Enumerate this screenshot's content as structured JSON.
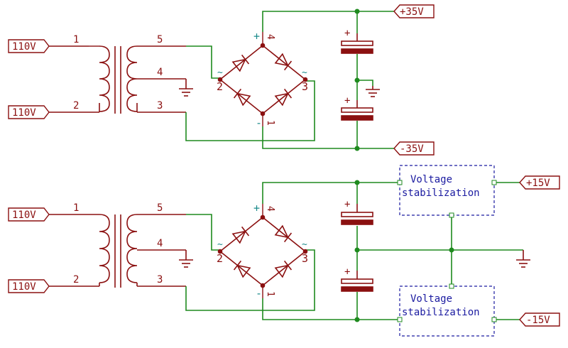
{
  "ports": {
    "top_in1": "110V",
    "top_in2": "110V",
    "top_pos": "+35V",
    "top_neg": "-35V",
    "bot_in1": "110V",
    "bot_in2": "110V",
    "bot_pos": "+15V",
    "bot_neg": "-15V"
  },
  "transformer_pins": {
    "p1": "1",
    "p2": "2",
    "p3": "3",
    "p4": "4",
    "p5": "5"
  },
  "bridge_pins": {
    "p1": "1",
    "p2": "2",
    "p3": "3",
    "p4": "4"
  },
  "bridge_marks": {
    "plus": "+",
    "minus": "-",
    "ac": "~"
  },
  "cap_plus": "+",
  "regulators": {
    "upper": [
      "Voltage",
      "stabilization"
    ],
    "lower": [
      "Voltage",
      "stabilization"
    ]
  }
}
